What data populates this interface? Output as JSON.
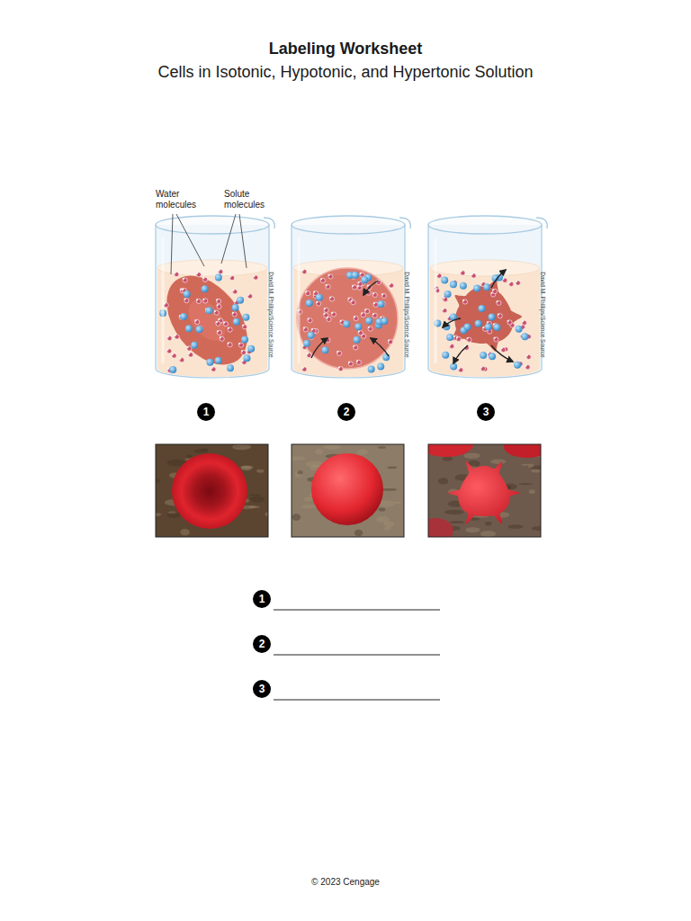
{
  "diagram": {
    "title": "Labeling Worksheet",
    "nodes": [
      {
        "text": [
          "1"
        ]
      },
      {
        "text": [
          "2"
        ]
      },
      {
        "text": [
          "3"
        ]
      },
      {
        "text": [
          "1"
        ]
      },
      {
        "text": [
          "2"
        ]
      },
      {
        "text": [
          "3"
        ]
      }
    ],
    "labels": [
      "Cells in Isotonic, Hypotonic, and Hypertonic Solution",
      "Water molecules",
      "Solute molecules",
      "David M. Phillips/Science Source",
      "David M. Phillips/Science Source",
      "David M. Phillips/Science Source",
      "© 2023 Cengage"
    ]
  }
}
